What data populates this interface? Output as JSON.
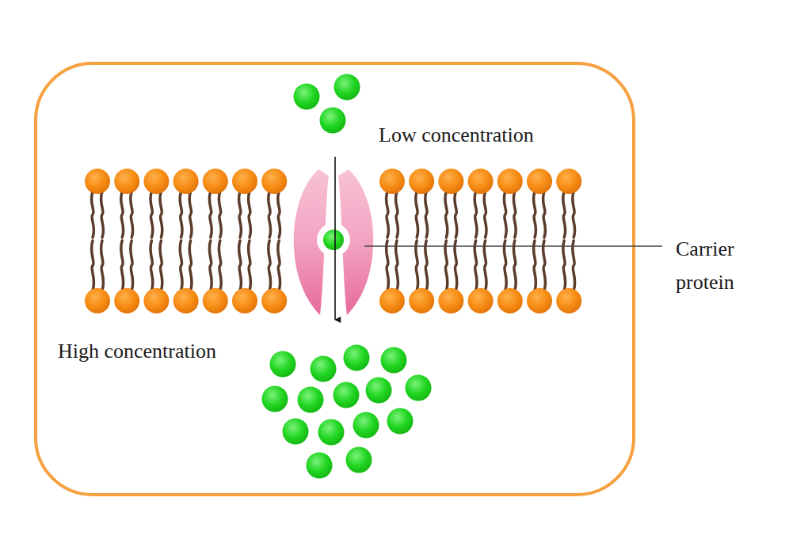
{
  "diagram": {
    "labels": [
      "Low concentration",
      "Carrier protein",
      "High concentration"
    ]
  }
}
